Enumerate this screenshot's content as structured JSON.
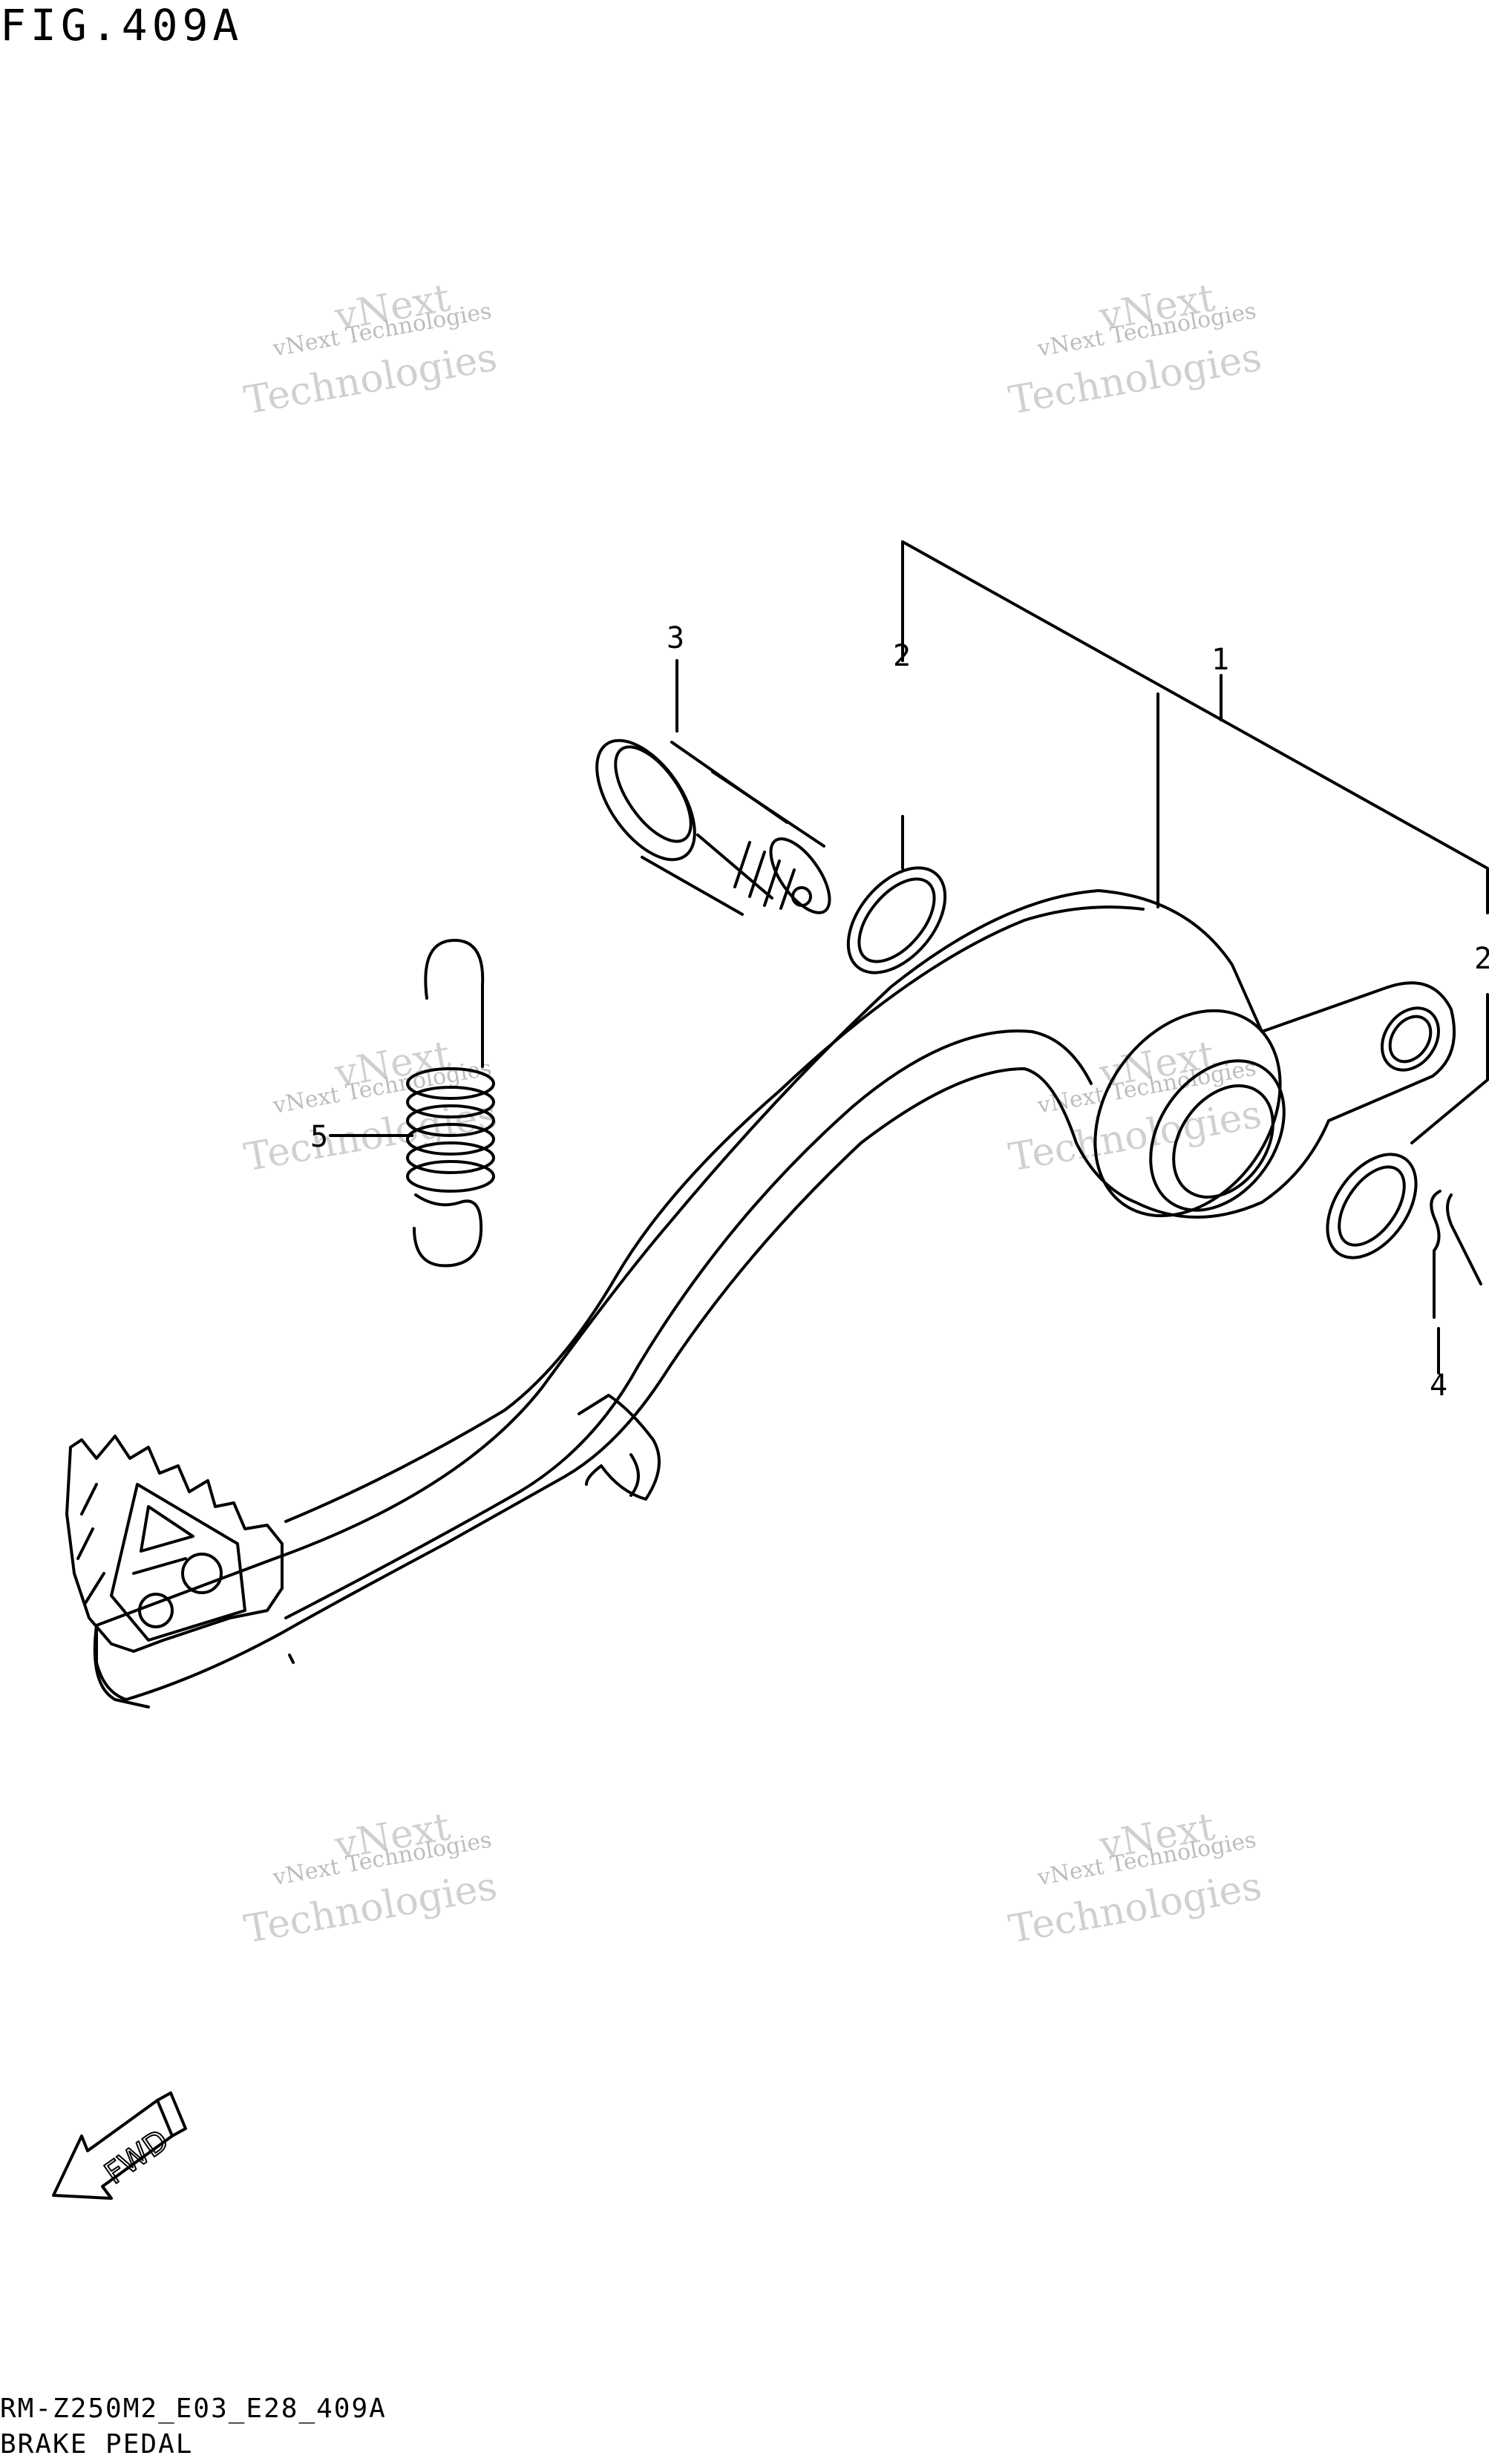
{
  "figure": {
    "title": "FIG.409A",
    "code": "RM-Z250M2_E03_E28_409A",
    "name": "BRAKE PEDAL"
  },
  "callouts": [
    {
      "number": "1",
      "part": "brake pedal assembly"
    },
    {
      "number": "2",
      "part": "seal (upper)"
    },
    {
      "number": "2",
      "part": "seal (lower)"
    },
    {
      "number": "3",
      "part": "pivot shaft"
    },
    {
      "number": "4",
      "part": "cotter pin"
    },
    {
      "number": "5",
      "part": "return spring"
    }
  ],
  "watermark": {
    "line1": "vNext Technologies",
    "line2": "vNext",
    "line3": "Technologies"
  },
  "fwd_label": "FWD",
  "colors": {
    "ink": "#000000",
    "watermark": "#bdbdbd",
    "background": "#ffffff"
  }
}
